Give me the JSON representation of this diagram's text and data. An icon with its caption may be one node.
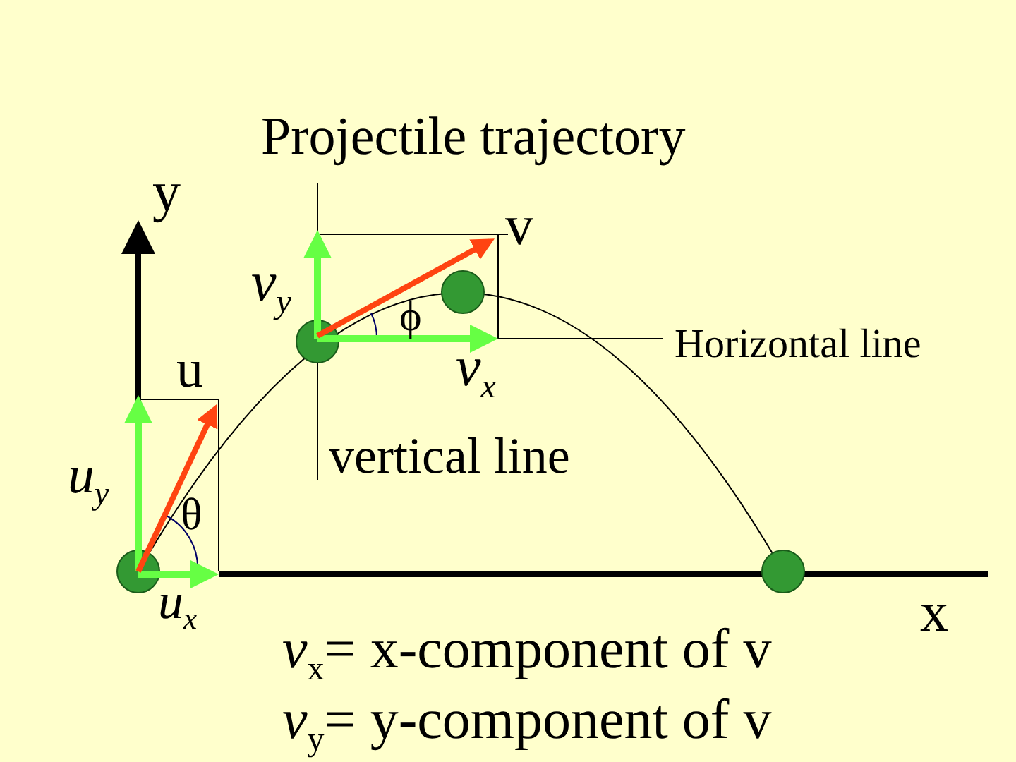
{
  "diagram": {
    "title": "Projectile trajectory",
    "labels": [
      "y",
      "v",
      "v$_{y}$",
      "ϕ",
      "v$_{x}$",
      "Horizontal line",
      "u",
      "u$_{y}$",
      "vertical line",
      "θ",
      "u$_{x}$",
      "x",
      "*v*$_{x}$= x-component of v",
      "*v*$_{y}$= y-component of v"
    ]
  }
}
